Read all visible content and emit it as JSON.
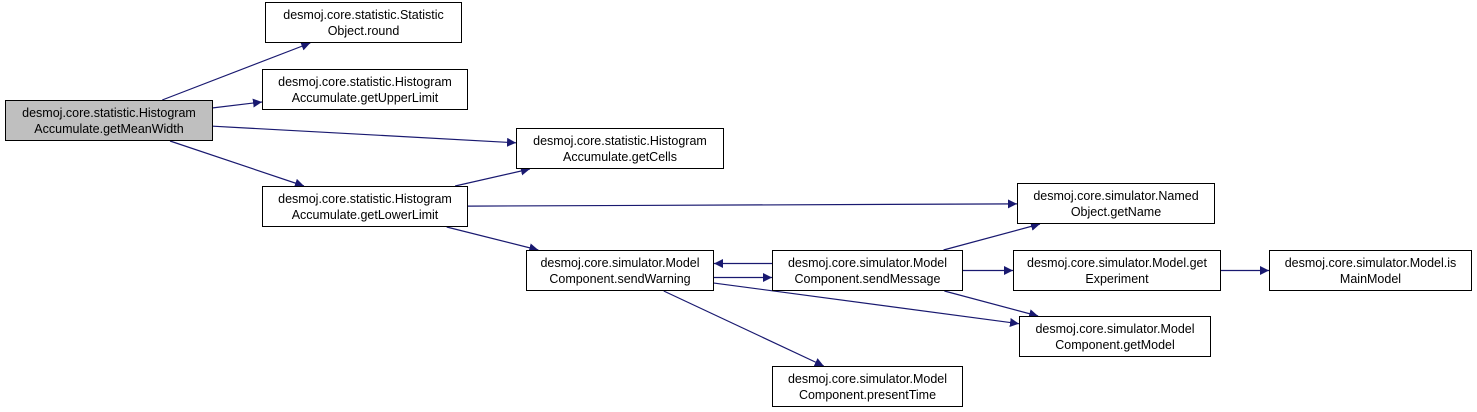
{
  "graph": {
    "edge_color": "#191970",
    "root_fill": "#bfbfbf",
    "node_fill": "#ffffff",
    "nodes": [
      {
        "id": "getMeanWidth",
        "line1": "desmoj.core.statistic.Histogram",
        "line2": "Accumulate.getMeanWidth",
        "root": true
      },
      {
        "id": "round",
        "line1": "desmoj.core.statistic.Statistic",
        "line2": "Object.round"
      },
      {
        "id": "getUpperLimit",
        "line1": "desmoj.core.statistic.Histogram",
        "line2": "Accumulate.getUpperLimit"
      },
      {
        "id": "getCells",
        "line1": "desmoj.core.statistic.Histogram",
        "line2": "Accumulate.getCells"
      },
      {
        "id": "getLowerLimit",
        "line1": "desmoj.core.statistic.Histogram",
        "line2": "Accumulate.getLowerLimit"
      },
      {
        "id": "getName",
        "line1": "desmoj.core.simulator.Named",
        "line2": "Object.getName"
      },
      {
        "id": "sendWarning",
        "line1": "desmoj.core.simulator.Model",
        "line2": "Component.sendWarning"
      },
      {
        "id": "sendMessage",
        "line1": "desmoj.core.simulator.Model",
        "line2": "Component.sendMessage"
      },
      {
        "id": "getExperiment",
        "line1": "desmoj.core.simulator.Model.get",
        "line2": "Experiment"
      },
      {
        "id": "isMainModel",
        "line1": "desmoj.core.simulator.Model.is",
        "line2": "MainModel"
      },
      {
        "id": "getModel",
        "line1": "desmoj.core.simulator.Model",
        "line2": "Component.getModel"
      },
      {
        "id": "presentTime",
        "line1": "desmoj.core.simulator.Model",
        "line2": "Component.presentTime"
      }
    ],
    "edges": [
      {
        "from": "getMeanWidth",
        "to": "round"
      },
      {
        "from": "getMeanWidth",
        "to": "getUpperLimit"
      },
      {
        "from": "getMeanWidth",
        "to": "getCells"
      },
      {
        "from": "getMeanWidth",
        "to": "getLowerLimit"
      },
      {
        "from": "getLowerLimit",
        "to": "getCells"
      },
      {
        "from": "getLowerLimit",
        "to": "getName"
      },
      {
        "from": "getLowerLimit",
        "to": "sendWarning"
      },
      {
        "from": "sendWarning",
        "to": "sendMessage"
      },
      {
        "from": "sendMessage",
        "to": "sendWarning"
      },
      {
        "from": "sendWarning",
        "to": "getModel"
      },
      {
        "from": "sendWarning",
        "to": "presentTime"
      },
      {
        "from": "sendMessage",
        "to": "getName"
      },
      {
        "from": "sendMessage",
        "to": "getExperiment"
      },
      {
        "from": "sendMessage",
        "to": "getModel"
      },
      {
        "from": "getExperiment",
        "to": "isMainModel"
      }
    ]
  }
}
